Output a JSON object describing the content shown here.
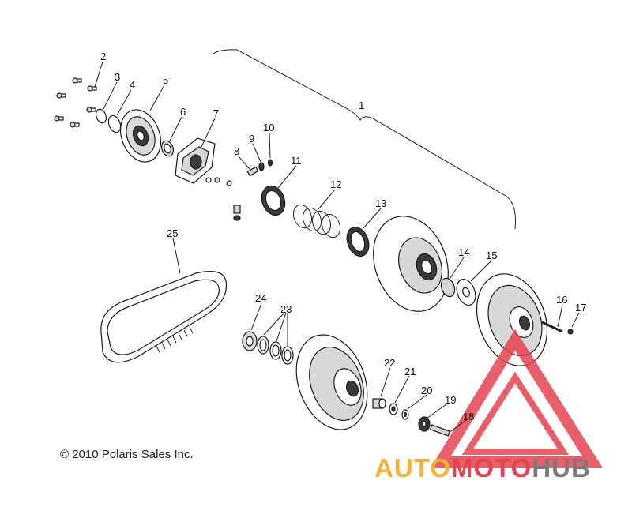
{
  "diagram": {
    "copyright": "© 2010 Polaris Sales Inc.",
    "watermark": {
      "part1": "AUTO",
      "part2": "MOTO",
      "part3": "HUB",
      "colors": {
        "auto": "#f5b335",
        "moto": "#e5434f",
        "hub": "#7a7a7a"
      }
    },
    "callouts": {
      "c1": "1",
      "c2": "2",
      "c3": "3",
      "c4": "4",
      "c5": "5",
      "c6": "6",
      "c7": "7",
      "c8": "8",
      "c9": "9",
      "c10": "10",
      "c11": "11",
      "c12": "12",
      "c13": "13",
      "c14": "14",
      "c15": "15",
      "c16": "16",
      "c17": "17",
      "c18": "18",
      "c19": "19",
      "c20": "20",
      "c21": "21",
      "c22": "22",
      "c23": "23",
      "c24": "24",
      "c25": "25"
    }
  }
}
